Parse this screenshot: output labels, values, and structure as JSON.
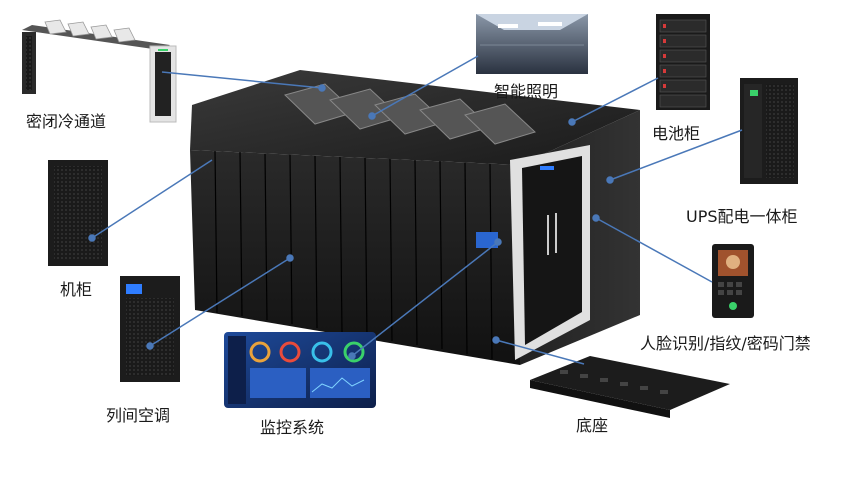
{
  "labels": {
    "aisle": "密闭冷通道",
    "lighting": "智能照明",
    "battery": "电池柜",
    "ups": "UPS配电一体柜",
    "cabinet": "机柜",
    "access": "人脸识别/指纹/密码门禁",
    "ac": "列间空调",
    "monitor": "监控系统",
    "base": "底座"
  },
  "colors": {
    "line": "#4a78b8",
    "cabinet": "#1c1c1c",
    "frame": "#d8d8d8",
    "screen": "#1b3a7a"
  }
}
